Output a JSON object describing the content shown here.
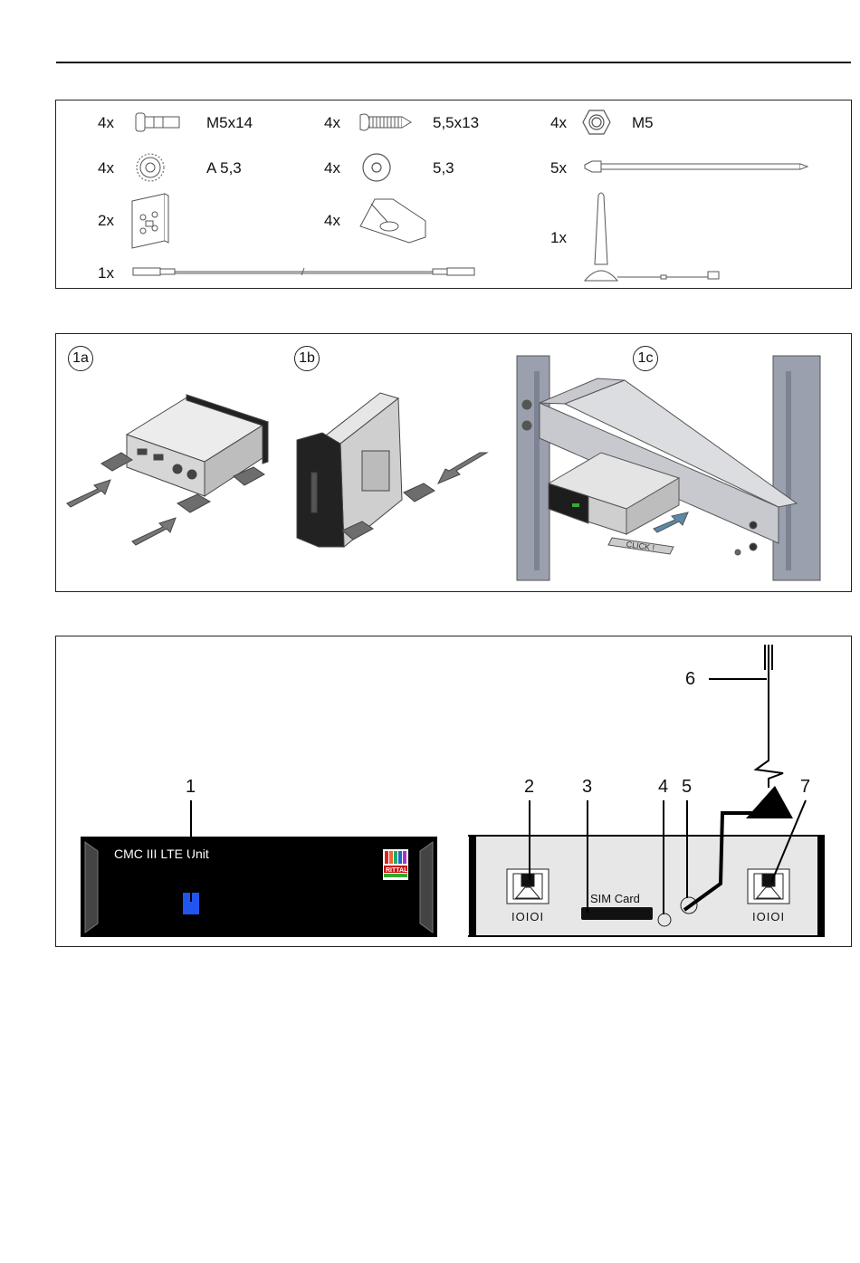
{
  "parts": {
    "p1_qty": "4x",
    "p1_name": "M5x14",
    "p2_qty": "4x",
    "p2_name": "5,5x13",
    "p3_qty": "4x",
    "p3_name": "M5",
    "p4_qty": "4x",
    "p4_name": "A 5,3",
    "p5_qty": "4x",
    "p5_name": "5,3",
    "p6_qty": "5x",
    "p7_qty": "2x",
    "p8_qty": "4x",
    "p9_qty": "1x",
    "p10_qty": "1x"
  },
  "steps": {
    "a": "1a",
    "b": "1b",
    "c": "1c",
    "click": "CLICK !"
  },
  "device": {
    "front_title": "CMC III LTE Unit",
    "brand": "RITTAL",
    "sim_label": "SIM Card",
    "port_label": "IOIOI",
    "callouts": [
      "1",
      "2",
      "3",
      "4",
      "5",
      "6",
      "7"
    ]
  },
  "colors": {
    "status_led": "#2255ee"
  }
}
